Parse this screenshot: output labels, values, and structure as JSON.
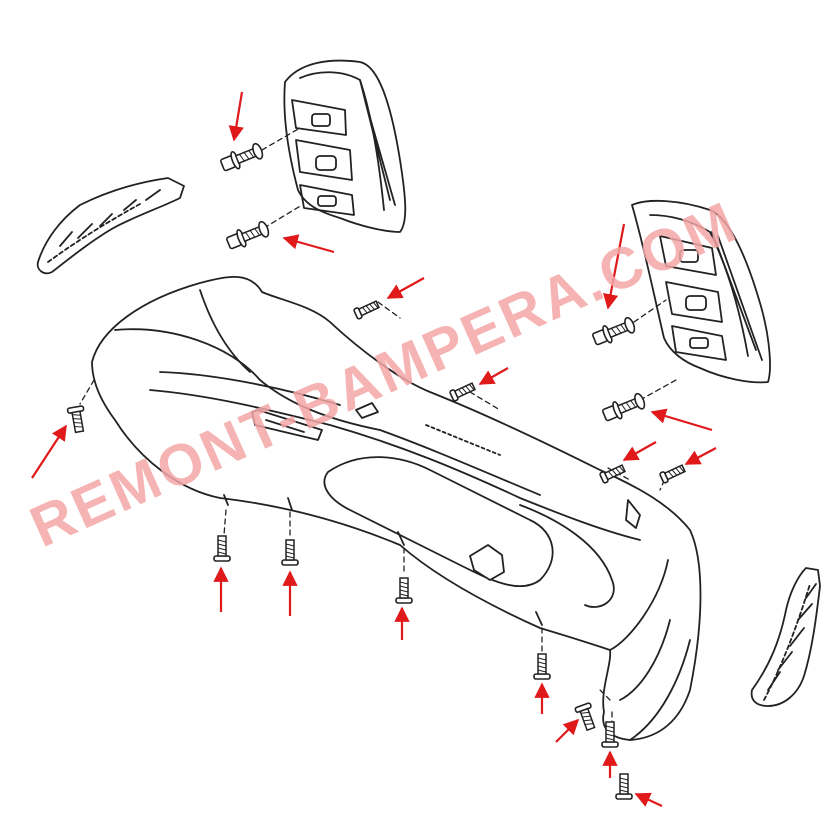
{
  "watermark": {
    "text": "REMONT-BAMPERA.COM",
    "color": "#f4a6a6"
  },
  "colors": {
    "line": "#222222",
    "arrow": "#e0191b",
    "background": "#ffffff"
  },
  "parts": [
    {
      "name": "rear-bumper-cover"
    },
    {
      "name": "left-side-bracket"
    },
    {
      "name": "right-side-bracket"
    },
    {
      "name": "left-tail-lamp"
    },
    {
      "name": "right-tail-lamp"
    }
  ],
  "fasteners": [
    {
      "name": "lamp-bolt-upper-left"
    },
    {
      "name": "lamp-bolt-lower-left"
    },
    {
      "name": "lamp-bolt-upper-right"
    },
    {
      "name": "lamp-bolt-lower-right"
    },
    {
      "name": "screw-top-1"
    },
    {
      "name": "screw-top-2"
    },
    {
      "name": "screw-right-1"
    },
    {
      "name": "screw-right-2"
    },
    {
      "name": "screw-left-side"
    },
    {
      "name": "screw-bottom-1"
    },
    {
      "name": "screw-bottom-2"
    },
    {
      "name": "screw-bottom-3"
    },
    {
      "name": "screw-bottom-4"
    },
    {
      "name": "screw-bottom-5"
    },
    {
      "name": "screw-bottom-6"
    },
    {
      "name": "screw-bottom-7"
    }
  ]
}
